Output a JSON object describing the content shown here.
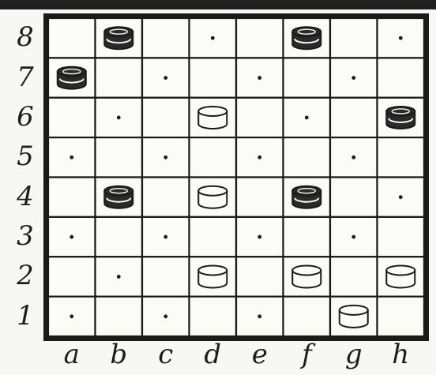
{
  "board": {
    "files": [
      "a",
      "b",
      "c",
      "d",
      "e",
      "f",
      "g",
      "h"
    ],
    "ranks": [
      "8",
      "7",
      "6",
      "5",
      "4",
      "3",
      "2",
      "1"
    ],
    "colors": {
      "line": "#1a1a1a",
      "square": "#fbfbf8",
      "black_piece": "#2a2a2a",
      "white_piece": "#fbfbf8",
      "dot": "#1a1a1a"
    },
    "pieces": [
      {
        "square": "b8",
        "color": "black"
      },
      {
        "square": "f8",
        "color": "black"
      },
      {
        "square": "a7",
        "color": "black"
      },
      {
        "square": "d6",
        "color": "white"
      },
      {
        "square": "h6",
        "color": "black"
      },
      {
        "square": "b4",
        "color": "black"
      },
      {
        "square": "d4",
        "color": "white"
      },
      {
        "square": "f4",
        "color": "black"
      },
      {
        "square": "d2",
        "color": "white"
      },
      {
        "square": "f2",
        "color": "white"
      },
      {
        "square": "h2",
        "color": "white"
      },
      {
        "square": "g1",
        "color": "white"
      }
    ],
    "dots": [
      "d8",
      "h8",
      "c7",
      "e7",
      "g7",
      "b6",
      "f6",
      "a5",
      "c5",
      "e5",
      "g5",
      "h4",
      "a3",
      "c3",
      "e3",
      "g3",
      "b2",
      "a1",
      "c1",
      "e1"
    ]
  }
}
